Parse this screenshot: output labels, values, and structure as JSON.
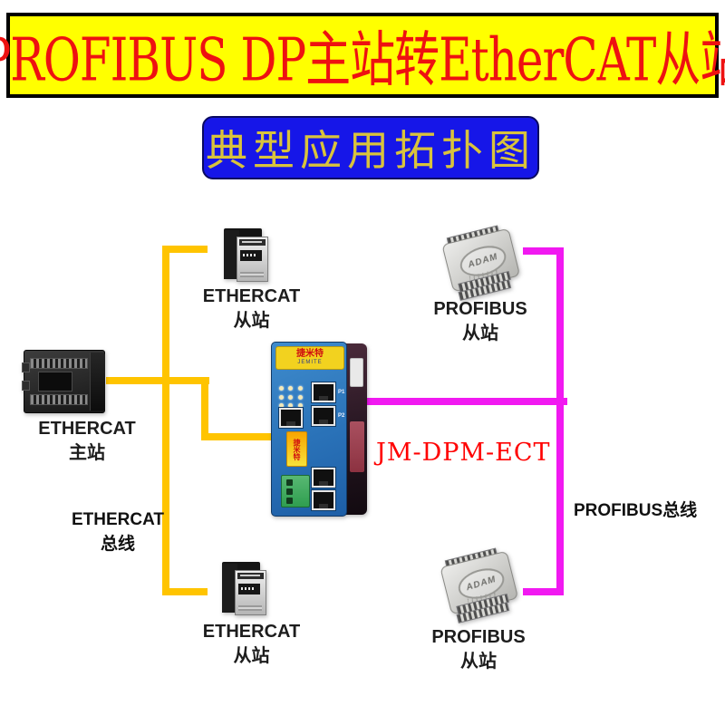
{
  "banner": {
    "title": "PROFIBUS DP主站转EtherCAT从站"
  },
  "subtitle": {
    "text": "典型应用拓扑图"
  },
  "gateway": {
    "model": "JM-DPM-ECT",
    "brand": "捷米特",
    "brand_sub": "JEMITE",
    "sticker": "捷米特",
    "port1": "P1",
    "port2": "P2"
  },
  "devices": {
    "ethercat_master": {
      "line1": "ETHERCAT",
      "line2": "主站"
    },
    "ethercat_slave_top": {
      "line1": "ETHERCAT",
      "line2": "从站"
    },
    "ethercat_slave_bottom": {
      "line1": "ETHERCAT",
      "line2": "从站"
    },
    "profibus_slave_top": {
      "line1": "PROFIBUS",
      "line2": "从站",
      "logo": "ADAM"
    },
    "profibus_slave_bottom": {
      "line1": "PROFIBUS",
      "line2": "从站",
      "logo": "ADAM"
    }
  },
  "buses": {
    "ethercat": {
      "line1": "ETHERCAT",
      "line2": "总线",
      "color": "#FFC400"
    },
    "profibus": {
      "label": "PROFIBUS总线",
      "color": "#F119F1"
    }
  },
  "colors": {
    "title_bg": "#FFFF00",
    "title_fg": "#EE1111",
    "subtitle_bg": "#1616E8",
    "subtitle_fg": "#D9C33C",
    "model_fg": "#FF0000",
    "gateway_body": "#2A72B8",
    "gateway_header": "#F2D21F"
  }
}
